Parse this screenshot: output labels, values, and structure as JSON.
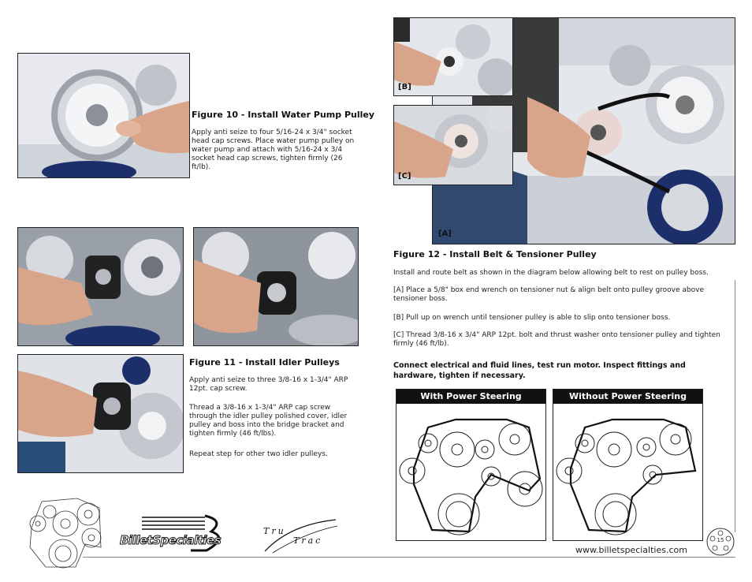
{
  "figure10": {
    "title": "Figure 10 - Install Water Pump Pulley",
    "body": "Apply anti seize to four 5/16-24 x 3/4\" socket head cap screws. Place water pump pulley on water pump and attach with 5/16-24 x 3/4 socket head cap screws, tighten firmly (26 ft/lb)."
  },
  "figure11": {
    "title": "Figure 11 - Install Idler Pulleys",
    "p1": "Apply anti seize to three 3/8-16 x 1-3/4\" ARP 12pt. cap screw.",
    "p2": "Thread a 3/8-16 x 1-3/4\" ARP cap screw through the idler pulley polished cover, idler pulley and boss into the bridge bracket and tighten firmly (46 ft/lbs).",
    "p3": "Repeat step for other two idler pulleys."
  },
  "photo_tags": {
    "a": "[A]",
    "b": "[B]",
    "c": "[C]"
  },
  "figure12": {
    "title": "Figure 12 - Install Belt & Tensioner Pulley",
    "p1": "Install and route belt as shown in the diagram below allowing belt to rest on pulley boss.",
    "p2": "[A] Place a 5/8\" box end wrench on tensioner nut & align belt onto pulley groove above tensioner boss.",
    "p3": "[B] Pull up on wrench until tensioner pulley is able to slip onto tensioner boss.",
    "p4": "[C] Thread 3/8-16 x 3/4\" ARP 12pt. bolt and thrust washer onto tensioner pulley and tighten firmly (46 ft/lb).",
    "note": "Connect electrical and fluid lines, test run motor. Inspect fittings and hardware, tighten if necessary."
  },
  "diagrams": {
    "with_ps": "With Power Steering",
    "without_ps": "Without Power Steering"
  },
  "footer": {
    "brand1": "BilletSpecialties",
    "brand2_line1": "Tru",
    "brand2_line2": "Trac",
    "website": "www.billetspecialties.com",
    "page_number": "15"
  },
  "colors": {
    "accent_dark": "#111111",
    "engine_blue": "#1d2f6b",
    "chrome": "#c9ccd2",
    "skin": "#d9a58a"
  }
}
